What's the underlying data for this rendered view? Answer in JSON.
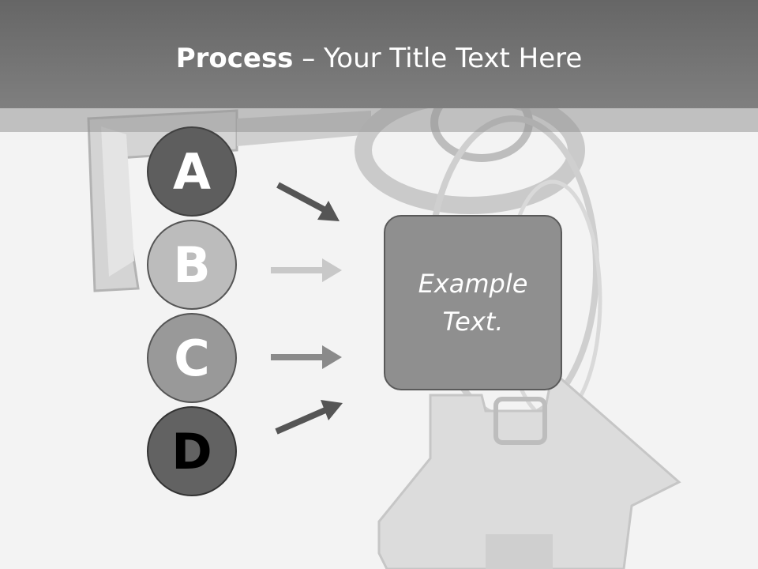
{
  "header": {
    "title_bold": "Process",
    "title_rest": " – Your Title Text Here"
  },
  "steps": [
    {
      "letter": "A"
    },
    {
      "letter": "B"
    },
    {
      "letter": "C"
    },
    {
      "letter": "D"
    }
  ],
  "box": {
    "text": "Example Text."
  },
  "colors": {
    "header": "#6e6e6e",
    "circle_a": "#5e5e5e",
    "circle_b": "#bcbcbc",
    "circle_c": "#999999",
    "circle_d": "#626262",
    "arrow_dark": "#555555",
    "arrow_light": "#c8c8c8",
    "arrow_mid": "#8a8a8a",
    "box_fill": "#8f8f8f"
  }
}
